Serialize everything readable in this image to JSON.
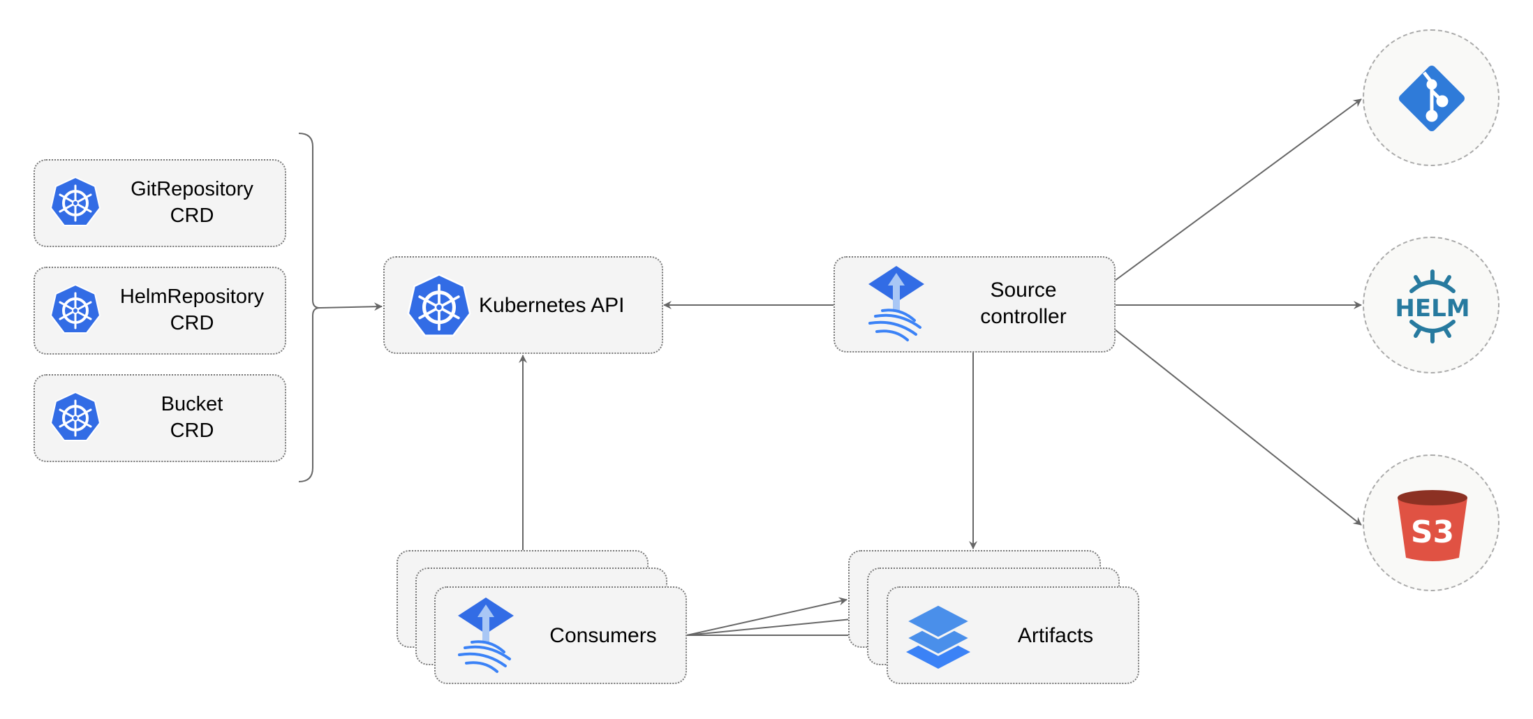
{
  "crds": [
    {
      "line1": "GitRepository",
      "line2": "CRD"
    },
    {
      "line1": "HelmRepository",
      "line2": "CRD"
    },
    {
      "line1": "Bucket",
      "line2": "CRD"
    }
  ],
  "kubernetes_api": {
    "label": "Kubernetes API"
  },
  "source_controller": {
    "line1": "Source",
    "line2": "controller"
  },
  "consumers": {
    "label": "Consumers"
  },
  "artifacts": {
    "label": "Artifacts"
  },
  "sources": {
    "helm_logo": "HELM",
    "s3_logo": "S3"
  },
  "icons": [
    "kubernetes-icon",
    "flux-icon",
    "git-icon",
    "helm-icon",
    "s3-bucket-icon",
    "layers-icon"
  ],
  "colors": {
    "kubernetes": "#326ce5",
    "git": "#2f7bd9",
    "helm": "#277a9f",
    "s3": "#e05243",
    "s3_top": "#8c3123",
    "layers": "#4a8fea",
    "edge": "#666666"
  }
}
